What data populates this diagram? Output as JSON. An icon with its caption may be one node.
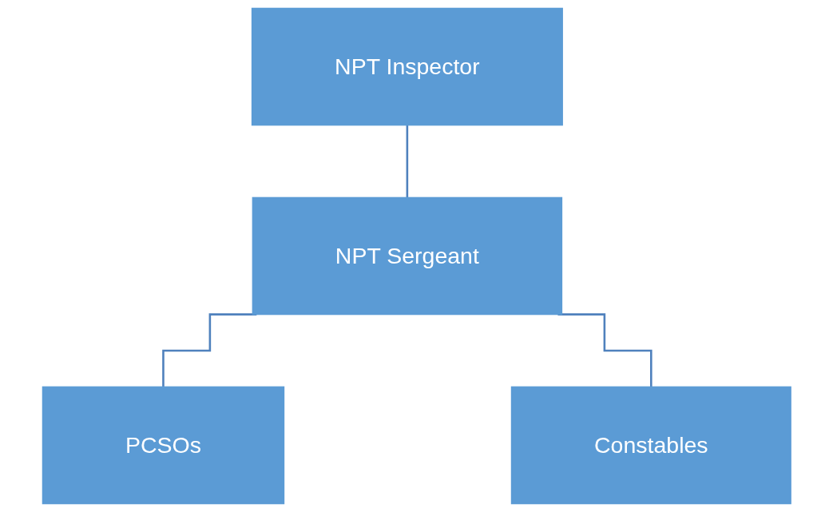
{
  "diagram": {
    "nodes": [
      {
        "text": [
          "NPT Inspector"
        ]
      },
      {
        "text": [
          "NPT Sergeant"
        ]
      },
      {
        "text": [
          "PCSOs"
        ]
      },
      {
        "text": [
          "Constables"
        ]
      }
    ],
    "edges": [
      {
        "from": 0,
        "to": 1,
        "arrow": "none"
      },
      {
        "from": 1,
        "to": 2,
        "arrow": "none"
      },
      {
        "from": 1,
        "to": 3,
        "arrow": "none"
      }
    ]
  }
}
